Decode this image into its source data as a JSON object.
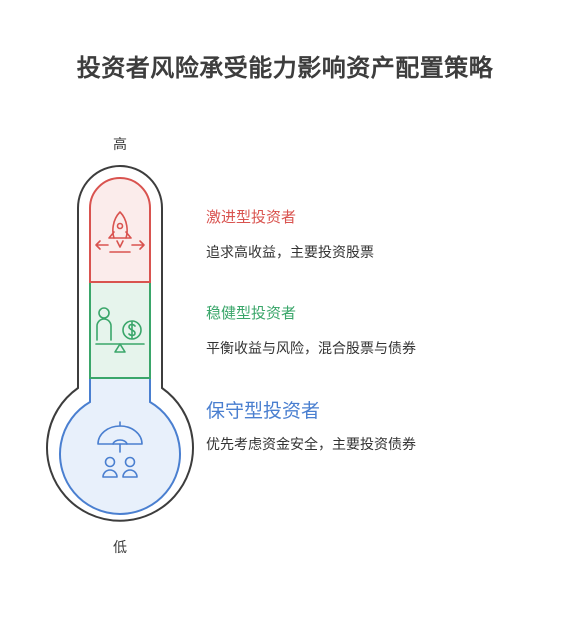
{
  "title": "投资者风险承受能力影响资产配置策略",
  "scale": {
    "high": "高",
    "low": "低"
  },
  "tiers": [
    {
      "key": "aggressive",
      "title": "激进型投资者",
      "description": "追求高收益，主要投资股票",
      "icon": "rocket-icon",
      "color": "#d9534f"
    },
    {
      "key": "steady",
      "title": "稳健型投资者",
      "description": "平衡收益与风险，混合股票与债券",
      "icon": "person-balance-dollar-icon",
      "color": "#3aa66a"
    },
    {
      "key": "conservative",
      "title": "保守型投资者",
      "description": "优先考虑资金安全，主要投资债券",
      "icon": "umbrella-people-icon",
      "color": "#4a7fd0"
    }
  ],
  "colors": {
    "outline": "#3d3d3d",
    "aggressive_fill": "#fbeceb",
    "steady_fill": "#e6f4ec",
    "conservative_fill": "#e8f0fb"
  }
}
